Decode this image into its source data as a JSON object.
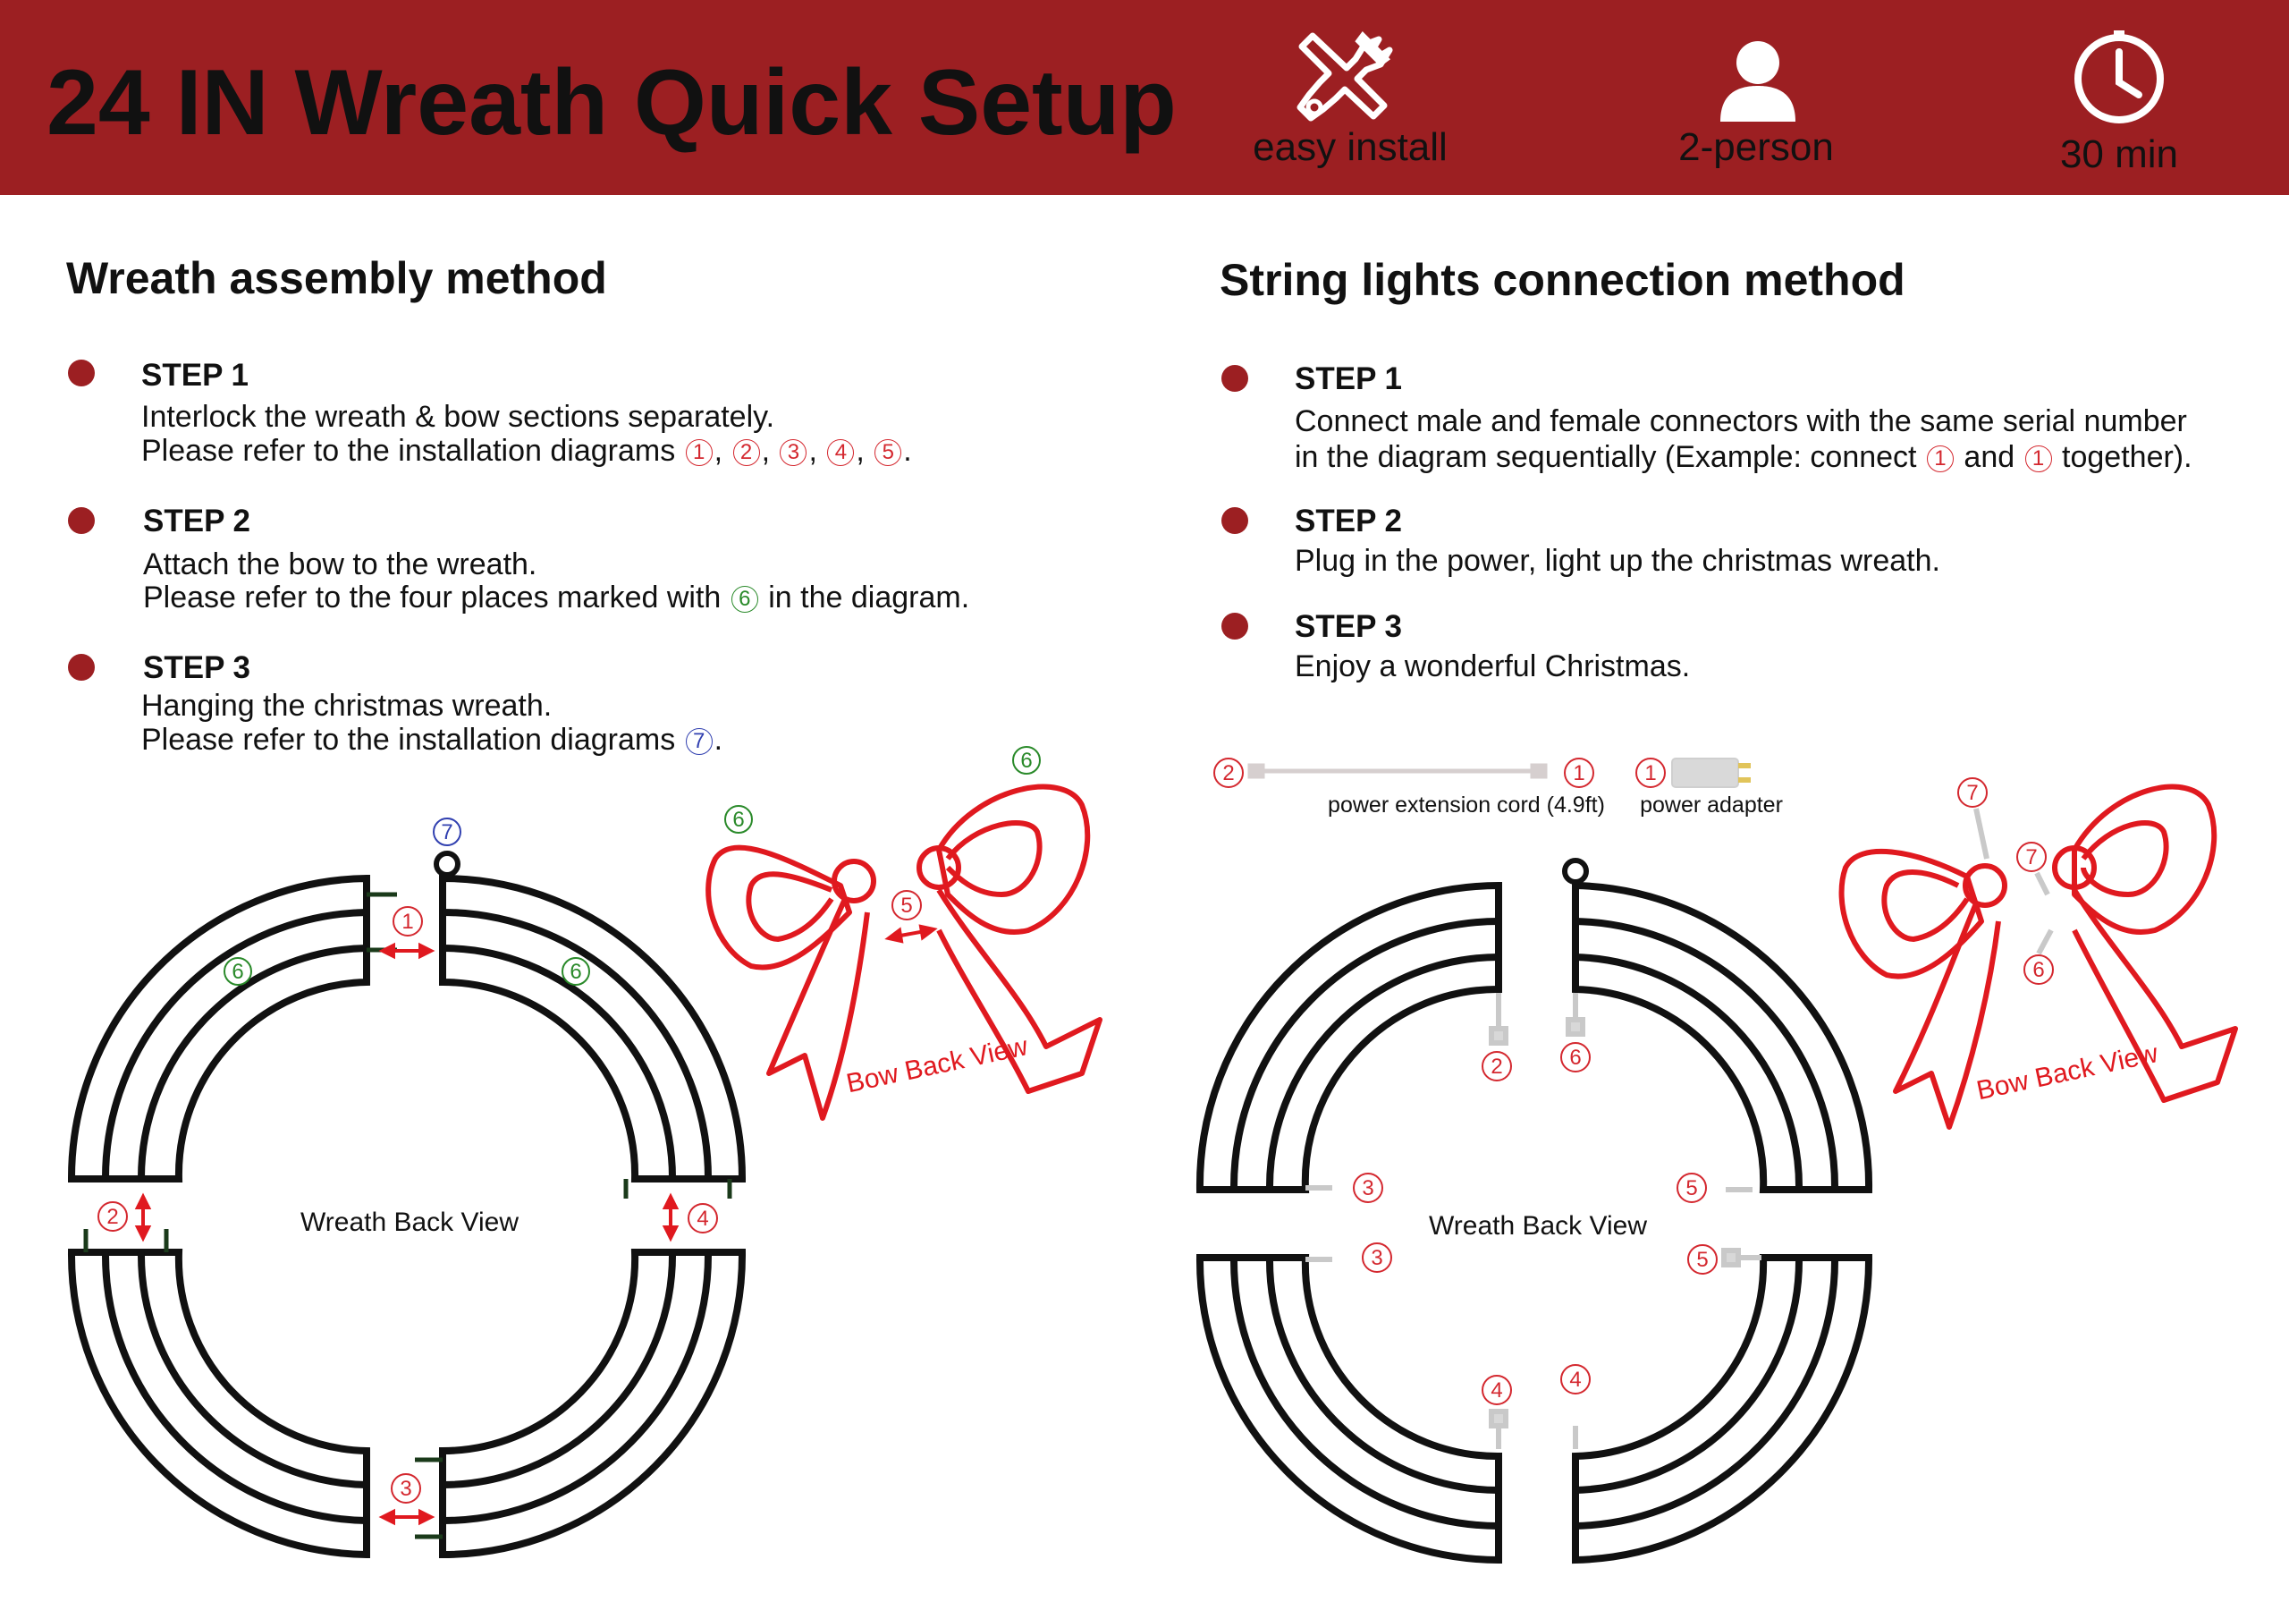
{
  "header": {
    "title": "24 IN Wreath Quick Setup",
    "badges": [
      {
        "icon": "tools-icon",
        "label": "easy install"
      },
      {
        "icon": "person-icon",
        "label": "2-person"
      },
      {
        "icon": "clock-icon",
        "label": "30 min"
      }
    ]
  },
  "left": {
    "title": "Wreath assembly method",
    "steps": [
      {
        "title": "STEP 1",
        "line1": "Interlock the wreath & bow sections separately.",
        "line2_prefix": "Please refer to the installation diagrams",
        "line2_refs": [
          "1",
          "2",
          "3",
          "4",
          "5"
        ]
      },
      {
        "title": "STEP 2",
        "line1": "Attach the bow to the wreath.",
        "line2_prefix": "Please refer to the four places marked with",
        "line2_ref": "6",
        "line2_suffix": "in the diagram."
      },
      {
        "title": "STEP 3",
        "line1": "Hanging the christmas wreath.",
        "line2_prefix": "Please refer to the installation diagrams",
        "line2_ref": "7"
      }
    ],
    "diagram": {
      "wreath_label": "Wreath Back View",
      "bow_label": "Bow Back View",
      "markers": [
        "1",
        "2",
        "3",
        "4",
        "5",
        "6",
        "7"
      ]
    }
  },
  "right": {
    "title": "String lights connection method",
    "steps": [
      {
        "title": "STEP 1",
        "line1": "Connect male and female connectors with the same serial number",
        "line2_prefix": "in the diagram sequentially (Example: connect",
        "ref_a": "1",
        "mid": "and",
        "ref_b": "1",
        "line2_suffix": "together)."
      },
      {
        "title": "STEP 2",
        "line1": "Plug in the power, light up the christmas wreath."
      },
      {
        "title": "STEP 3",
        "line1": "Enjoy a wonderful Christmas."
      }
    ],
    "diagram": {
      "cord_label": "power extension cord (4.9ft)",
      "adapter_label": "power adapter",
      "wreath_label": "Wreath Back View",
      "bow_label": "Bow Back View",
      "markers": [
        "1",
        "2",
        "3",
        "4",
        "5",
        "6",
        "7"
      ]
    }
  },
  "colors": {
    "header_bg": "#9c1f22",
    "bow_red": "#e0191f",
    "marker_red": "#d4282f",
    "marker_green": "#2a8a2a",
    "marker_blue": "#3140b0"
  }
}
